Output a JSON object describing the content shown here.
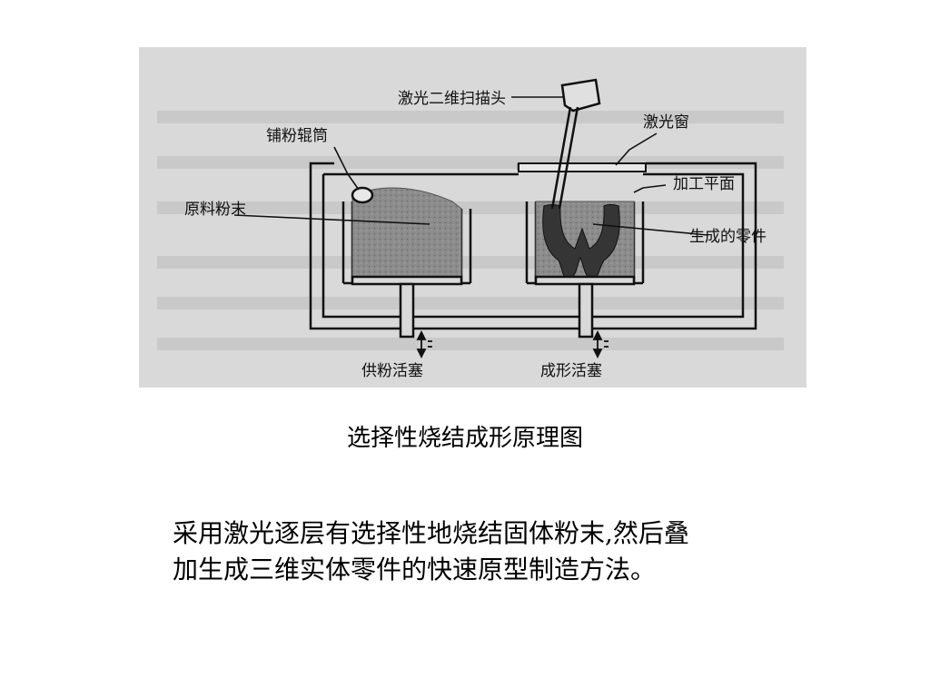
{
  "diagram": {
    "labels": {
      "scan_head": "激光二维扫描头",
      "laser_window": "激光窗",
      "roller": "铺粉辊筒",
      "powder": "原料粉末",
      "work_plane": "加工平面",
      "part": "生成的零件",
      "feed_piston": "供粉活塞",
      "build_piston": "成形活塞"
    }
  },
  "caption": "选择性烧结成形原理图",
  "description": {
    "line1": "采用激光逐层有选择性地烧结固体粉末,然后叠",
    "line2": "加生成三维实体零件的快速原型制造方法。"
  },
  "colors": {
    "figure_bg": "#d9d9d9",
    "powder": "#8a8a8a",
    "part": "#3a3a3a"
  }
}
